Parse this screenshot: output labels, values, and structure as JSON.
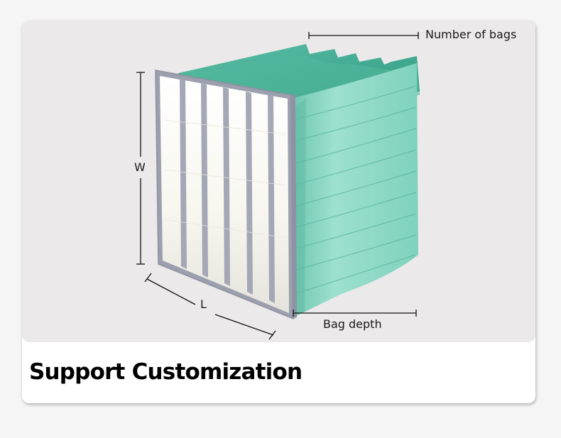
{
  "card": {
    "caption": "Support Customization",
    "image": {
      "subject": "bag air filter",
      "bag_count": 6,
      "colors": {
        "background": "#ebe9ea",
        "bag": "#7fd1bd",
        "bag_dark": "#3fa48b",
        "frame": "#9c9fae",
        "media": "#f6f5ef"
      },
      "dimension_labels": {
        "number_of_bags": "Number of bags",
        "width": "W",
        "length": "L",
        "bag_depth": "Bag depth"
      }
    }
  }
}
